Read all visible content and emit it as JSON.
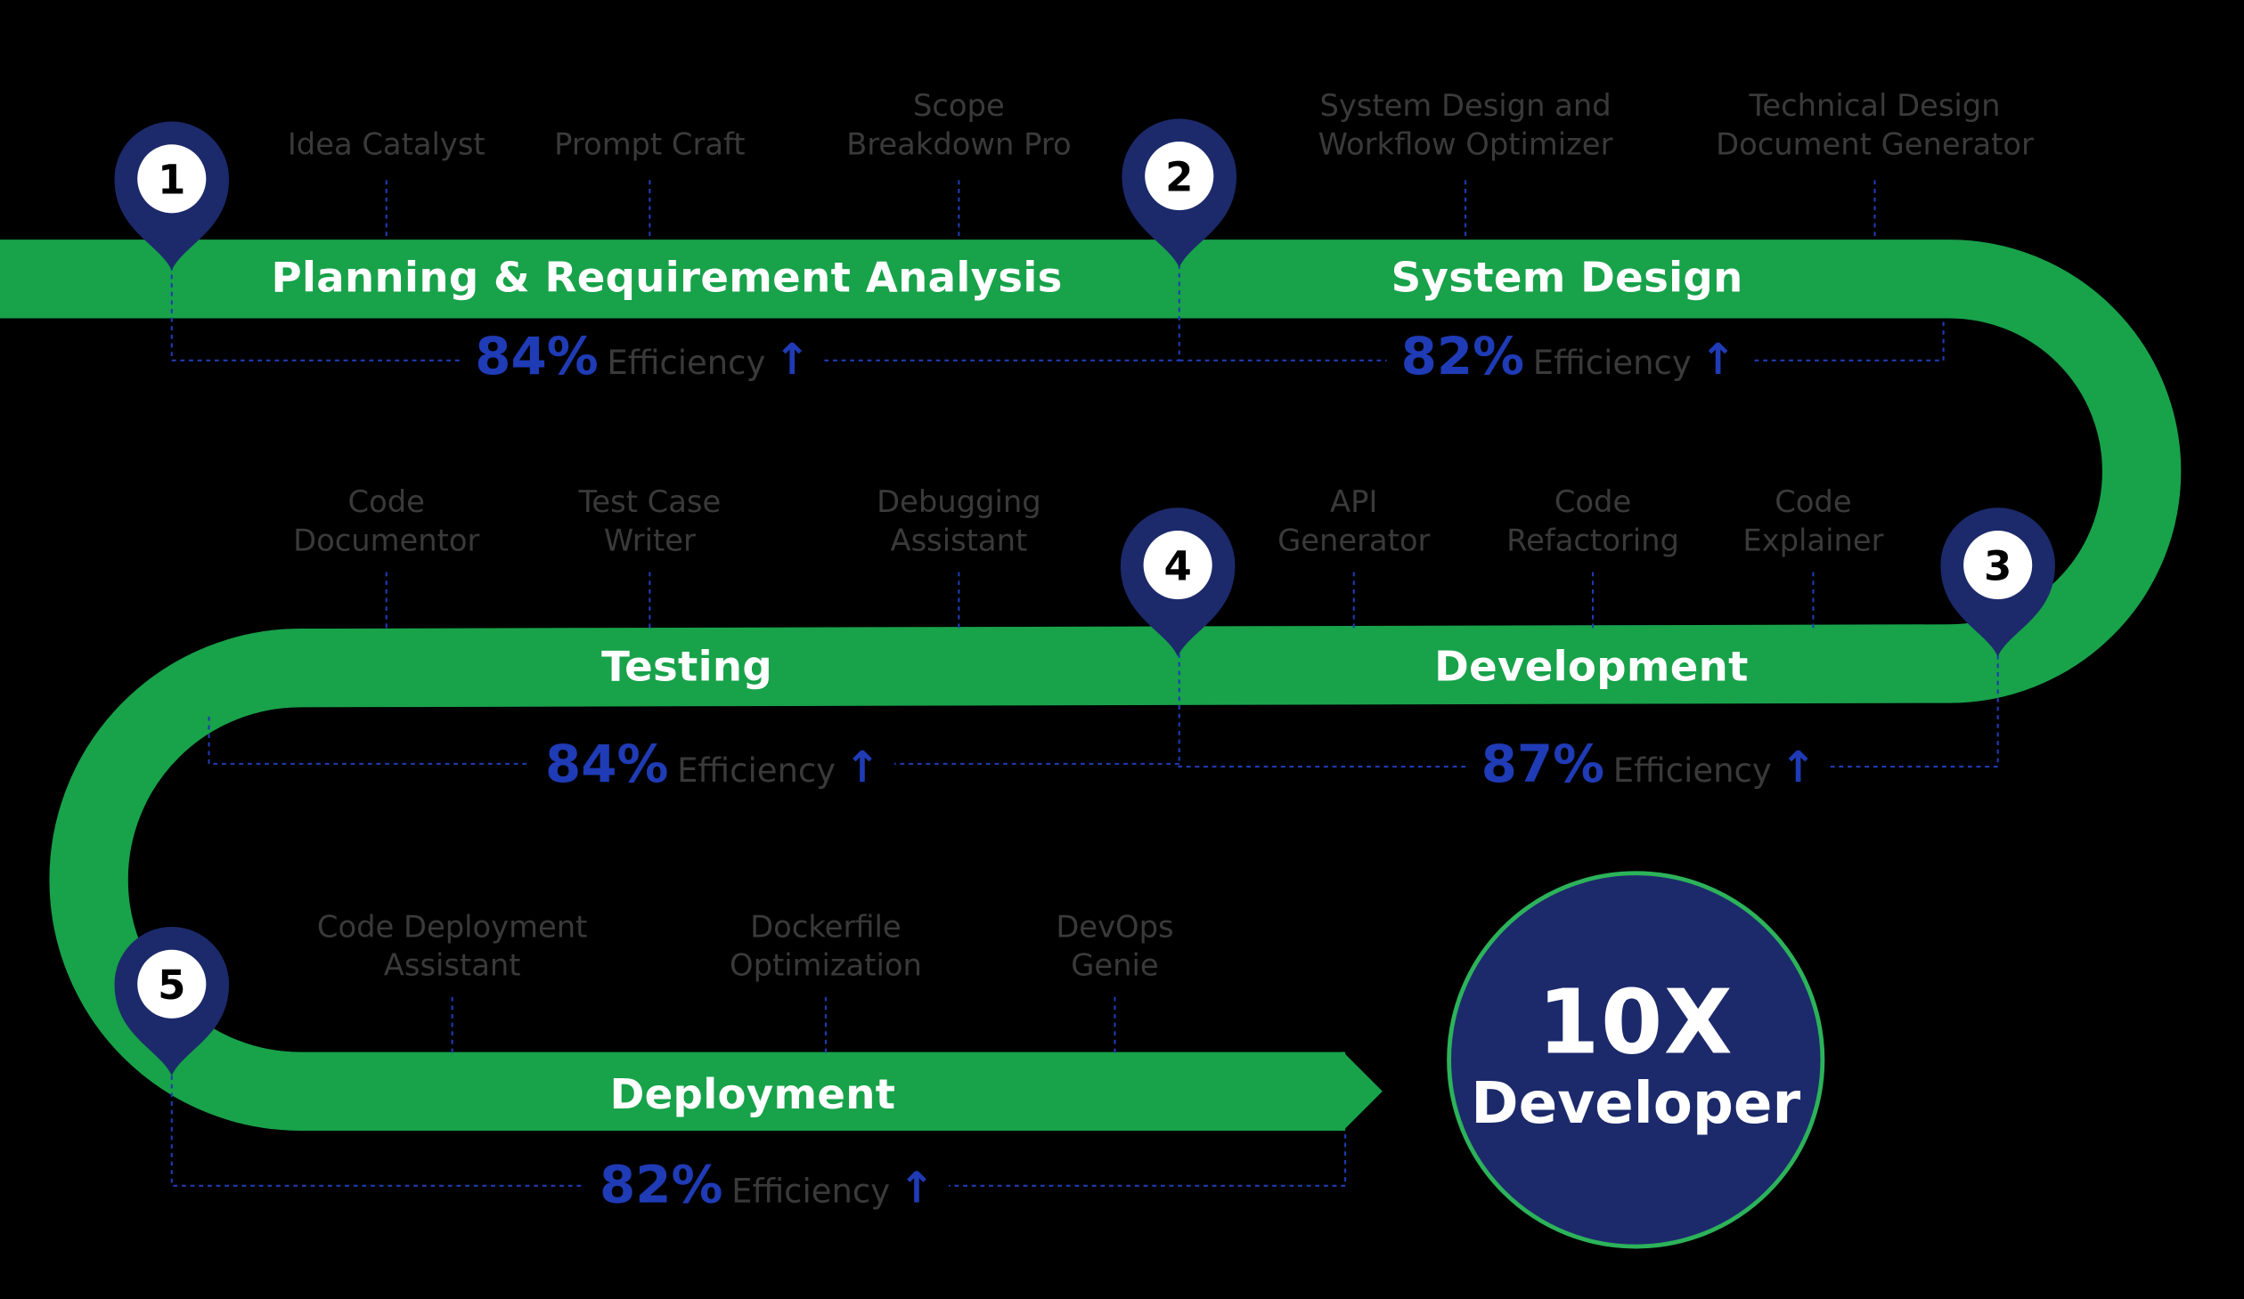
{
  "stages": [
    {
      "number": "1",
      "title": "Planning & Requirement Analysis",
      "efficiency_value": "84%",
      "efficiency_label": "Efficiency",
      "efficiency_percent": 84,
      "tools": [
        [
          "Idea Catalyst"
        ],
        [
          "Prompt Craft"
        ],
        [
          "Scope",
          "Breakdown Pro"
        ]
      ]
    },
    {
      "number": "2",
      "title": "System Design",
      "efficiency_value": "82%",
      "efficiency_label": "Efficiency",
      "efficiency_percent": 82,
      "tools": [
        [
          "System Design and",
          "Workflow Optimizer"
        ],
        [
          "Technical Design",
          "Document Generator"
        ]
      ]
    },
    {
      "number": "3",
      "title": "Development",
      "efficiency_value": "87%",
      "efficiency_label": "Efficiency",
      "efficiency_percent": 87,
      "tools": [
        [
          "API",
          "Generator"
        ],
        [
          "Code",
          "Refactoring"
        ],
        [
          "Code",
          "Explainer"
        ]
      ]
    },
    {
      "number": "4",
      "title": "Testing",
      "efficiency_value": "84%",
      "efficiency_label": "Efficiency",
      "efficiency_percent": 84,
      "tools": [
        [
          "Code",
          "Documentor"
        ],
        [
          "Test Case",
          "Writer"
        ],
        [
          "Debugging",
          "Assistant"
        ]
      ]
    },
    {
      "number": "5",
      "title": "Deployment",
      "efficiency_value": "82%",
      "efficiency_label": "Efficiency",
      "efficiency_percent": 82,
      "tools": [
        [
          "Code Deployment",
          "Assistant"
        ],
        [
          "Dockerfile",
          "Optimization"
        ],
        [
          "DevOps",
          "Genie"
        ]
      ]
    }
  ],
  "result": {
    "multiplier": "10X",
    "label": "Developer"
  },
  "icons": {
    "pin": "location-pin-icon",
    "arrow": "arrow-up-icon"
  },
  "colors": {
    "path": "#18a24a",
    "pin": "#1c2a6b",
    "accent": "#1f3bb5",
    "tool_text": "#3a3a3a",
    "badge_border": "#2cb35a"
  }
}
